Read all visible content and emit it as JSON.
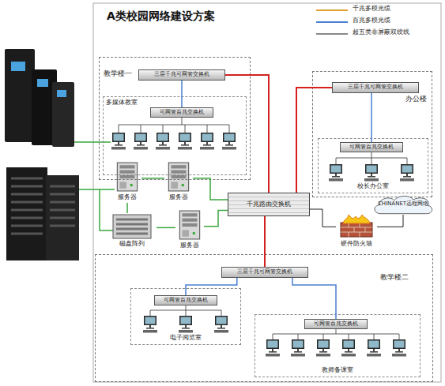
{
  "diagram": {
    "title": "A类校园网络建设方案",
    "nodes": [
      {
        "text": [
          "教学楼一"
        ]
      },
      {
        "text": [
          "三层千兆可网管交换机"
        ],
        "in": 0
      },
      {
        "text": [
          "多媒体教室"
        ],
        "in": 0
      },
      {
        "text": [
          "可网管百兆交换机"
        ],
        "in": 2
      },
      {
        "text": [
          "办公楼"
        ]
      },
      {
        "text": [
          "三层千兆可网管交换机"
        ],
        "in": 4
      },
      {
        "text": [
          "校长办公室"
        ],
        "in": 4
      },
      {
        "text": [
          "可网管百兆交换机"
        ],
        "in": 6
      },
      {
        "text": [
          "服务器"
        ]
      },
      {
        "text": [
          "服务器"
        ]
      },
      {
        "text": [
          "服务器"
        ]
      },
      {
        "text": [
          "磁盘阵列"
        ]
      },
      {
        "text": [
          "千兆路由交换机"
        ]
      },
      {
        "text": [
          "硬件防火墙"
        ]
      },
      {
        "text": [
          "CHINANET远程网络"
        ]
      },
      {
        "text": [
          "教学楼二"
        ]
      },
      {
        "text": [
          "三层千兆可网管交换机"
        ],
        "in": 15
      },
      {
        "text": [
          "电子阅览室"
        ],
        "in": 15
      },
      {
        "text": [
          "可网管百兆交换机"
        ],
        "in": 17
      },
      {
        "text": [
          "教师备课室"
        ],
        "in": 15
      },
      {
        "text": [
          "可网管百兆交换机"
        ],
        "in": 19
      }
    ],
    "edges": [
      {
        "from": 1,
        "to": 12,
        "arrow": "none"
      },
      {
        "from": 5,
        "to": 12,
        "arrow": "none"
      },
      {
        "from": 16,
        "to": 12,
        "arrow": "none"
      },
      {
        "from": 1,
        "to": 3,
        "arrow": "none"
      },
      {
        "from": 5,
        "to": 7,
        "arrow": "none"
      },
      {
        "from": 16,
        "to": 18,
        "arrow": "none"
      },
      {
        "from": 16,
        "to": 20,
        "arrow": "none"
      },
      {
        "from": 12,
        "to": 13,
        "arrow": "none"
      },
      {
        "from": 13,
        "to": 14,
        "arrow": "none"
      },
      {
        "from": 8,
        "to": 9,
        "arrow": "none"
      },
      {
        "from": 9,
        "to": 12,
        "arrow": "none"
      },
      {
        "from": 10,
        "to": 12,
        "arrow": "none"
      },
      {
        "from": 11,
        "to": 8,
        "arrow": "none"
      },
      {
        "from": 11,
        "to": 10,
        "arrow": "none"
      }
    ],
    "legend": [
      {
        "text": "千兆多模光缆"
      },
      {
        "text": "百兆多模光缆"
      },
      {
        "text": "超五类非屏蔽双绞线"
      }
    ]
  }
}
